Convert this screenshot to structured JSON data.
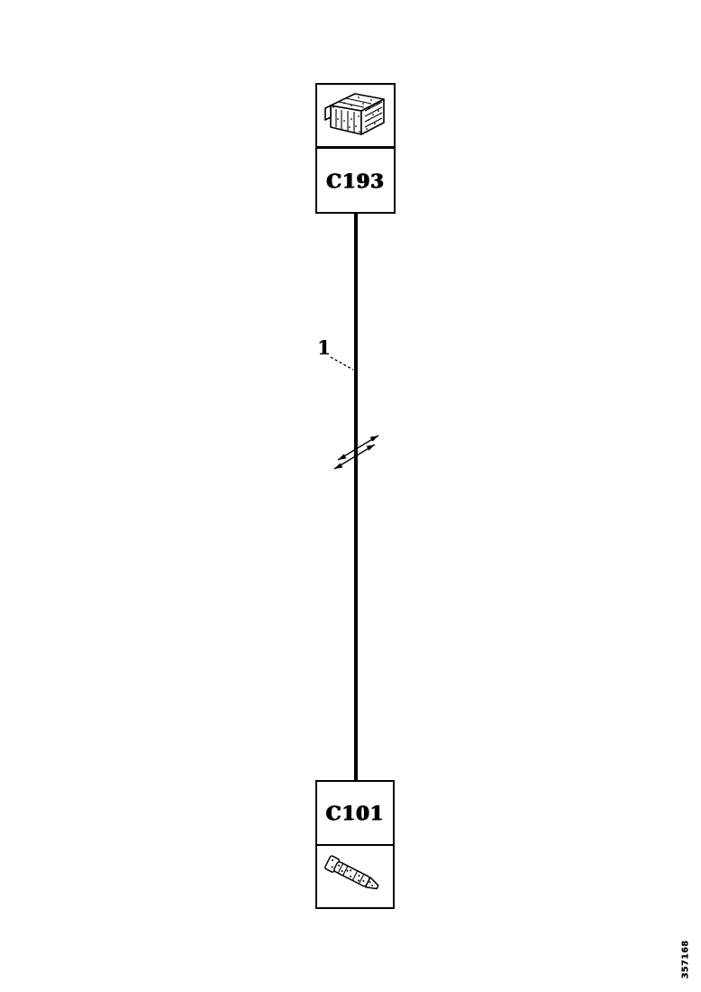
{
  "colors": {
    "ink": "#000000",
    "background": "#ffffff"
  },
  "diagram": {
    "kind": "wiring-harness-connector-diagram",
    "connectors": {
      "top": {
        "label": "C193",
        "illustration_icon": "multi-pin-connector-isometric-icon"
      },
      "bottom": {
        "label": "C101",
        "illustration_icon": "single-terminal-pin-icon"
      }
    },
    "wire": {
      "callout_label": "1",
      "break_symbol_icon": "wire-break-slashes-icon"
    },
    "figure_number": "357168"
  }
}
